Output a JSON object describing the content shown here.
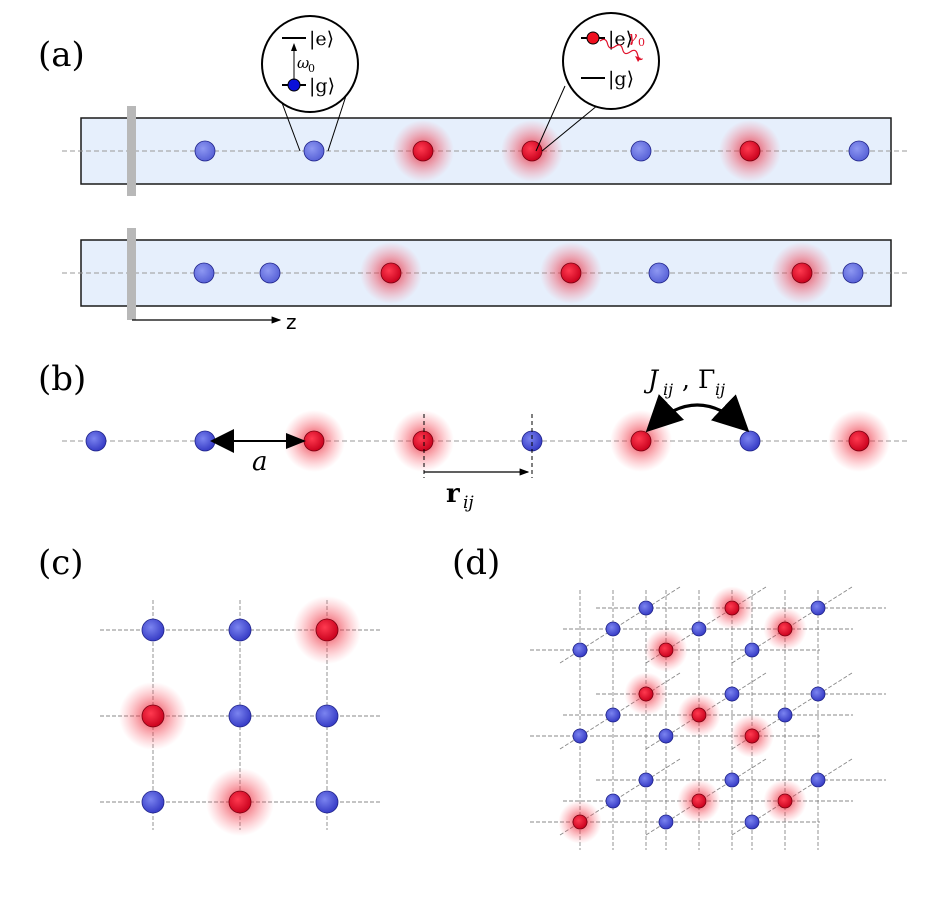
{
  "panels": {
    "a": {
      "label": "(a)",
      "axis_label": "z",
      "chain1": [
        "g",
        "g",
        "e",
        "e",
        "g",
        "e",
        "g"
      ],
      "chain2": [
        "g",
        "g",
        "e",
        "e",
        "g",
        "e",
        "g"
      ],
      "inset_left": {
        "upper": "|e⟩",
        "lower": "|g⟩",
        "freq": "ω",
        "freq_sub": "0"
      },
      "inset_right": {
        "upper": "|e⟩",
        "lower": "|g⟩",
        "rate": "γ",
        "rate_sub": "0"
      }
    },
    "b": {
      "label": "(b)",
      "chain": [
        "g",
        "g",
        "e",
        "e",
        "g",
        "e",
        "g",
        "e"
      ],
      "spacing_label": "a",
      "vector_label": "r",
      "vector_sub": "ij",
      "coupling_J": "J",
      "coupling_Gamma": "Γ",
      "coupling_sub": "ij",
      "coupling_sep": ","
    },
    "c": {
      "label": "(c)",
      "grid": [
        [
          "g",
          "g",
          "e"
        ],
        [
          "e",
          "g",
          "g"
        ],
        [
          "g",
          "e",
          "g"
        ]
      ]
    },
    "d": {
      "label": "(d)",
      "layers": [
        [
          [
            "e",
            "g",
            "g"
          ],
          [
            "g",
            "e",
            "e"
          ],
          [
            "g",
            "g",
            "g"
          ]
        ],
        [
          [
            "g",
            "g",
            "e"
          ],
          [
            "g",
            "e",
            "g"
          ],
          [
            "e",
            "g",
            "g"
          ]
        ],
        [
          [
            "g",
            "e",
            "g"
          ],
          [
            "g",
            "g",
            "e"
          ],
          [
            "g",
            "e",
            "g"
          ]
        ]
      ]
    }
  },
  "colors": {
    "ground_atom": "#3a3fd0",
    "excited_atom": "#e0102a",
    "waveguide_fill": "#e6effc",
    "decay_wave": "#e0102a"
  }
}
